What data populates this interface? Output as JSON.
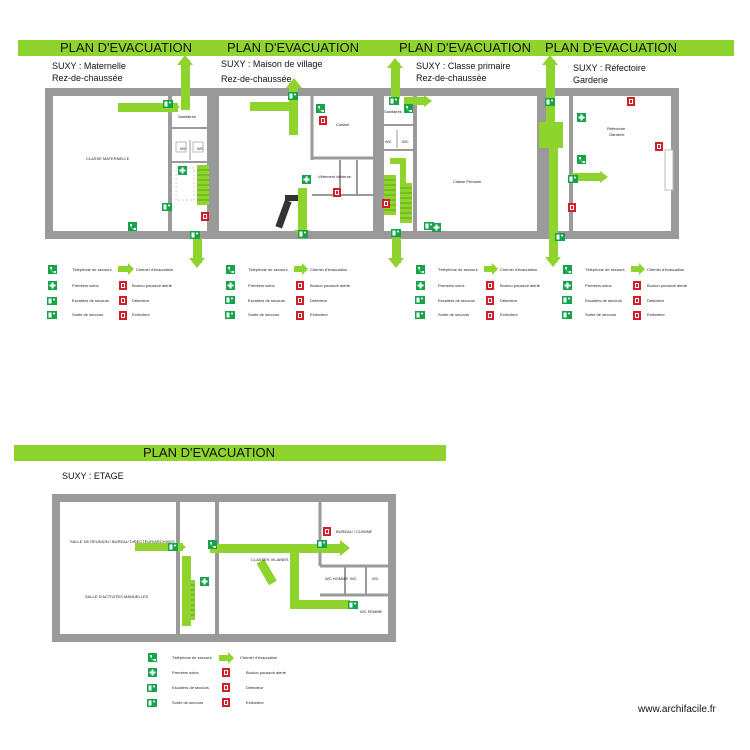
{
  "sheet_title": "PLAN D'EVACUATION",
  "plans": [
    {
      "id": "maternelle",
      "subtitle": [
        "SUXY : Maternelle",
        "Rez-de-chaussée"
      ]
    },
    {
      "id": "maison",
      "subtitle": [
        "SUXY : Maison de village",
        "Rez-de-chaussée"
      ]
    },
    {
      "id": "primaire",
      "subtitle": [
        "SUXY : Classe primaire",
        "Rez-de-chaussée"
      ]
    },
    {
      "id": "refectoire",
      "subtitle": [
        "SUXY : Réfectoire",
        "Garderie"
      ]
    },
    {
      "id": "etage",
      "subtitle": [
        "SUXY :   ETAGE"
      ]
    }
  ],
  "room_labels": {
    "classe_maternelle": "CLASSE MATERNELLE",
    "sanitaires": "Sanitaires",
    "wc": "WC",
    "cuisine": "Cuisine",
    "vestiaire": "Vêtement visiteurs",
    "classe_primaire": "Classe Primaire",
    "refectoire": [
      "Réfectoire",
      "Garderie"
    ],
    "salle_reunion": "SALLE DE REUNION / BUREAU DIRECTEUR/ARCHIVES",
    "salle_activites": "SALLE D'ACTIVITES MANUELLES",
    "classes_vilaines": "CLASSES VILAINES",
    "bureau_cuisine": "BUREAU / CUISINE",
    "wc_homme": "WC HOMME",
    "wc_femme": "WC FEMME"
  },
  "legend": {
    "phone": "Téléphone de secours",
    "direction": "Chemin d'évacuation",
    "first_aid": "Premiers soins",
    "alarm": "Bouton poussoir alerte",
    "stairs": "Escaliers de secours",
    "detector": "Détecteur",
    "exit": "Sortie de secours",
    "extinguisher": "Extincteur"
  },
  "watermark": "www.archifacile.fr",
  "colors": {
    "banner": "#8fd32d",
    "arrow": "#8fd32d",
    "wall": "#9a9a9a",
    "safety_green": "#16a34a",
    "fire_red": "#d11f2a"
  }
}
